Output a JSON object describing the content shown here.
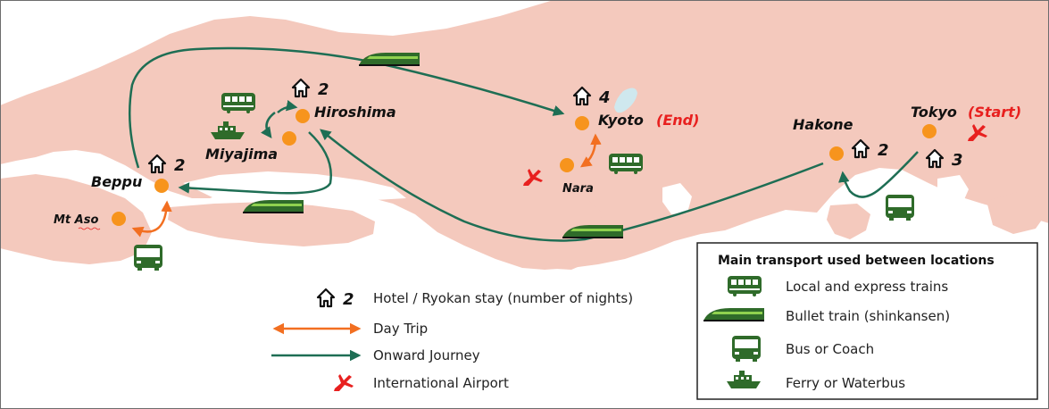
{
  "colors": {
    "land": "#f4c9bd",
    "sea": "#ffffff",
    "city_dot": "#f7941d",
    "day_trip_arrow": "#f26f21",
    "onward_arrow": "#1e6e54",
    "airport": "#e8201f",
    "transport_icon": "#2f6b2a",
    "start_end_label": "#e8201f"
  },
  "cities": {
    "tokyo": {
      "name": "Tokyo",
      "tag": "(Start)",
      "nights": "3"
    },
    "hakone": {
      "name": "Hakone",
      "nights": "2"
    },
    "kyoto": {
      "name": "Kyoto",
      "tag": "(End)",
      "nights": "4"
    },
    "nara": {
      "name": "Nara"
    },
    "hiroshima": {
      "name": "Hiroshima",
      "nights": "2"
    },
    "miyajima": {
      "name": "Miyajima"
    },
    "beppu": {
      "name": "Beppu",
      "nights": "2"
    },
    "mt_aso": {
      "name": "Mt Aso"
    }
  },
  "legend_left": {
    "hotel_nights": "2",
    "hotel_label": "Hotel / Ryokan stay (number of nights)",
    "day_trip_label": "Day Trip",
    "onward_label": "Onward Journey",
    "airport_label": "International Airport"
  },
  "legend_right": {
    "title": "Main transport used between locations",
    "items": [
      {
        "icon": "local-train-icon",
        "label": "Local and express trains"
      },
      {
        "icon": "bullet-train-icon",
        "label": "Bullet train (shinkansen)"
      },
      {
        "icon": "bus-icon",
        "label": "Bus or Coach"
      },
      {
        "icon": "ferry-icon",
        "label": "Ferry or Waterbus"
      }
    ]
  }
}
